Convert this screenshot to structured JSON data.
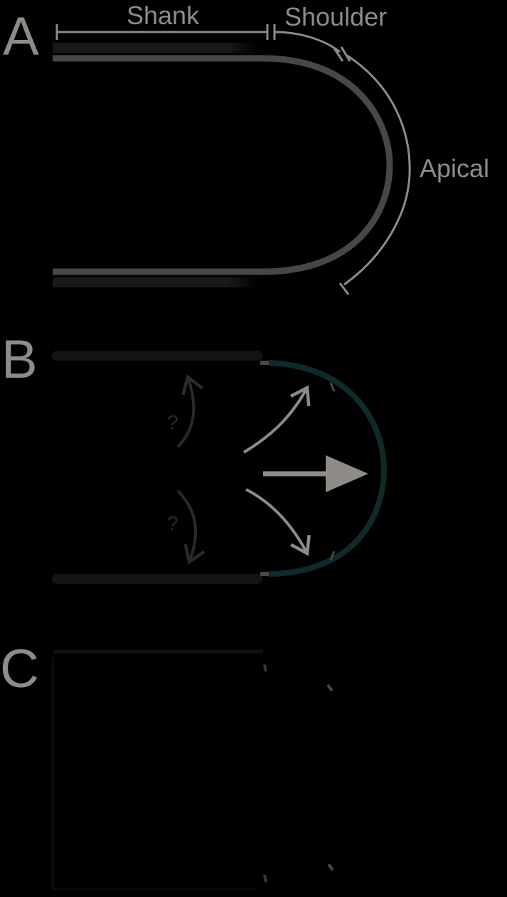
{
  "panels": {
    "a": {
      "letter": "A"
    },
    "b": {
      "letter": "B"
    },
    "c": {
      "letter": "C"
    }
  },
  "regions": {
    "shank": "Shank",
    "shoulder": "Shoulder",
    "apical": "Apical"
  },
  "unknown_marker": "?",
  "colors": {
    "background": "#000000",
    "label": "#8f8b87",
    "tube_grey": "#4a4645",
    "tube_dark": "#151414",
    "apical_teal": "#0f2a28",
    "arrow": "#8f8b87",
    "faint_arrow": "#2b2a29"
  }
}
